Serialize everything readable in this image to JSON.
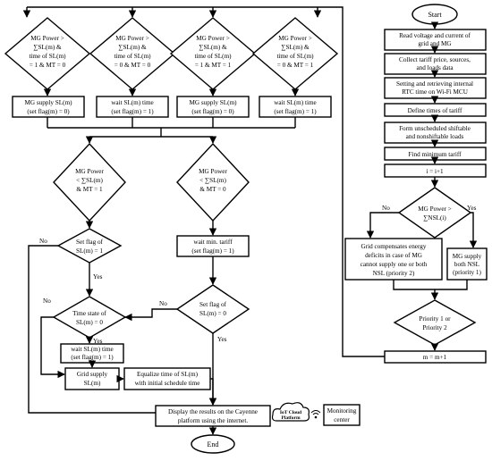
{
  "start": "Start",
  "end": "End",
  "steps": {
    "s1": [
      "Read voltage and current of",
      "grid and MG"
    ],
    "s2": [
      "Collect tariff price, sources,",
      "and loads data"
    ],
    "s3": [
      "Setting and retrieving internal",
      "RTC time on Wi-Fi MCU"
    ],
    "s4": "Define times of tariff",
    "s5": [
      "Form unscheduled shiftable",
      "and nonshiftable loads"
    ],
    "s6": "Find minimum tariff",
    "s7": "i = i+1",
    "s8": "m = m+1"
  },
  "nsl_decision": [
    "MG Power >",
    "∑NSL(i)"
  ],
  "grid_compensates": [
    "Grid compensates energy",
    "deficits in case of MG",
    "cannot supply one or both",
    "NSL (priority 2)"
  ],
  "mg_supply_both": [
    "MG supply",
    "both NSL",
    "(priority 1)"
  ],
  "priority_decision": [
    "Priority 1 or",
    "Priority 2"
  ],
  "top_decisions": [
    [
      "MG Power >",
      "∑SL(m) &",
      "time of SL(m)",
      "= 1 & MT = 0"
    ],
    [
      "MG Power >",
      "∑SL(m) &",
      "time of SL(m)",
      "= 0 & MT = 0"
    ],
    [
      "MG Power >",
      "∑SL(m) &",
      "time of SL(m)",
      "= 1 & MT = 1"
    ],
    [
      "MG Power >",
      "∑SL(m) &",
      "time of SL(m)",
      "= 0 & MT = 1"
    ]
  ],
  "top_actions": [
    [
      "MG supply SL(m)",
      "(set flag(m) = 0)"
    ],
    [
      "wait SL(m) time",
      "(set flag(m) = 1)"
    ],
    [
      "MG supply SL(m)",
      "(set flag(m) = 0)"
    ],
    [
      "wait SL(m) time",
      "(set flag(m) = 1)"
    ]
  ],
  "mid_decisions": [
    [
      "MG Power",
      "< ∑SL(m)",
      "& MT = 1"
    ],
    [
      "MG Power",
      "< ∑SL(m)",
      "& MT = 0"
    ]
  ],
  "flag_decision_left": [
    "Set flag of",
    "SL(m) = 1"
  ],
  "flag_decision_right": [
    "Set flag of",
    "SL(m) = 0"
  ],
  "time_state": [
    "Time state of",
    "SL(m) = 0"
  ],
  "wait_min_tariff": [
    "wait min. tariff",
    "(set flag(m) = 1)"
  ],
  "wait_sl_time": [
    "wait SL(m) time",
    "(set flag(m) = 1)"
  ],
  "grid_supply": [
    "Grid supply",
    "SL(m)"
  ],
  "equalize": [
    "Equalize time of SL(m)",
    "with initial schedule time"
  ],
  "display": [
    "Display the results on the Cayenne",
    "platform using the internet."
  ],
  "cloud_label": [
    "IoT Cloud",
    "Platform"
  ],
  "monitoring": [
    "Monitoring",
    "center"
  ],
  "labels": {
    "yes": "Yes",
    "no": "No"
  }
}
